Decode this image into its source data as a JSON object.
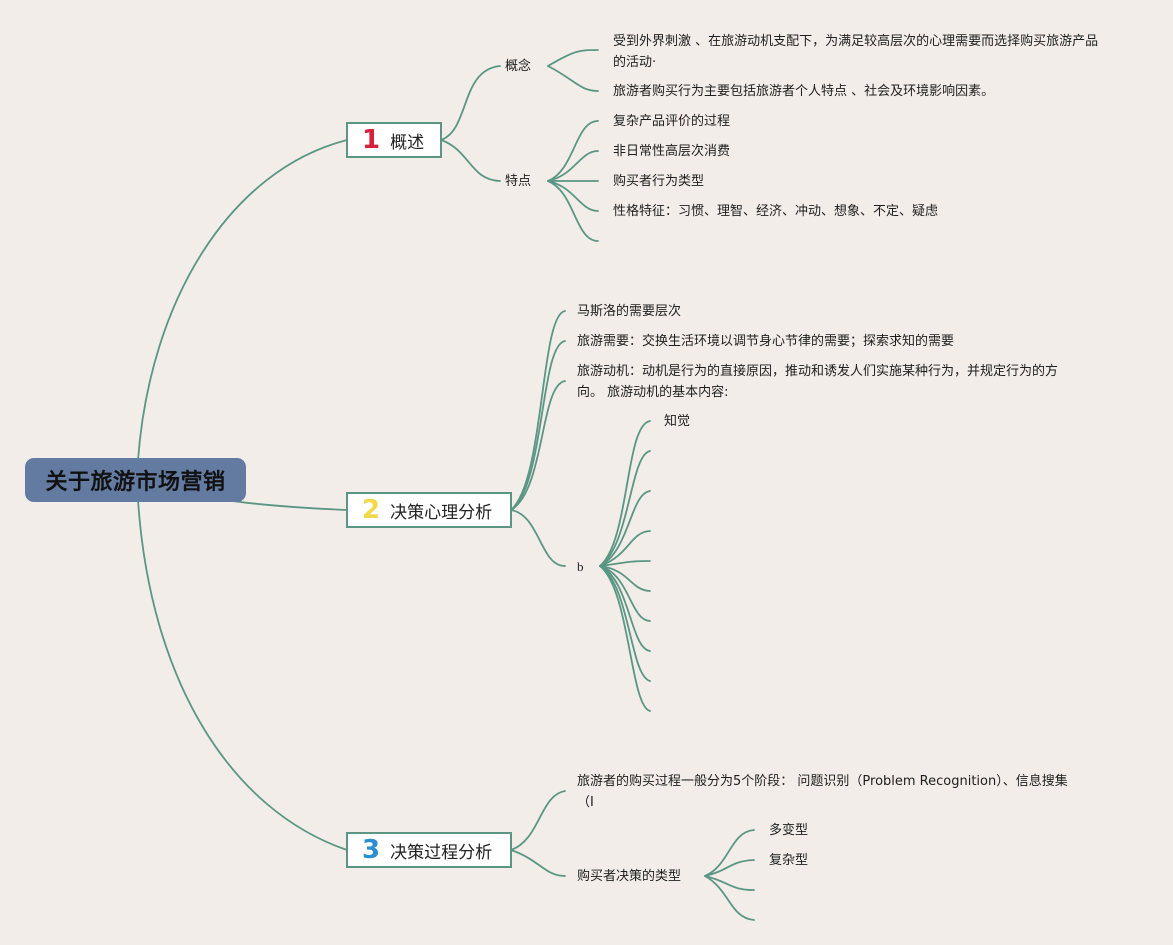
{
  "root": {
    "label": "关于旅游市场营销"
  },
  "topics": [
    {
      "num": "1",
      "num_color": "#d6213a",
      "label": "概述"
    },
    {
      "num": "2",
      "num_color": "#f2d94a",
      "label": "决策心理分析"
    },
    {
      "num": "3",
      "num_color": "#2a8fd0",
      "label": "决策过程分析"
    }
  ],
  "t1": {
    "concept": {
      "label": "概念",
      "items": [
        "受到外界刺激 、在旅游动机支配下，为满足较高层次的心理需要而选择购买旅游产品的活动·",
        "旅游者购买行为主要包括旅游者个人特点 、社会及环境影响因素。"
      ]
    },
    "features": {
      "label": "特点",
      "items": [
        "复杂产品评价的过程",
        "非日常性高层次消费",
        "购买者行为类型",
        "性格特征：习惯、理智、经济、冲动、想象、不定、疑虑"
      ]
    }
  },
  "t2": {
    "items": [
      "马斯洛的需要层次",
      "旅游需要：交换生活环境以调节身心节律的需要；探索求知的需要",
      "旅游动机：动机是行为的直接原因，推动和诱发人们实施某种行为，并规定行为的方向。 旅游动机的基本内容:"
    ],
    "b_label": "b",
    "b_first_child": "知觉"
  },
  "t3": {
    "process": "旅游者的购买过程一般分为5个阶段： 问题识别（Problem Recognition）、信息搜集（I",
    "decision": {
      "label": "购买者决策的类型",
      "items": [
        "多变型",
        "复杂型"
      ]
    }
  },
  "colors": {
    "line": "#5a9683",
    "root_bg": "#637ba1",
    "background": "#f2ede8"
  }
}
